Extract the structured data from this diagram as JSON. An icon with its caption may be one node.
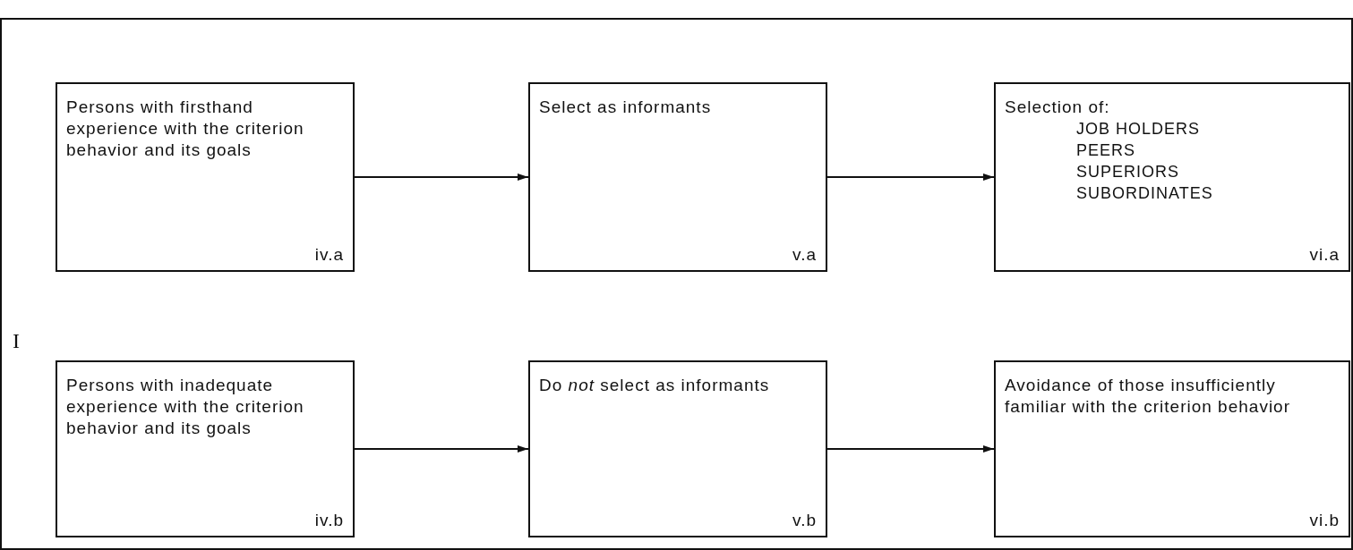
{
  "diagram": {
    "nodes": [
      {
        "text": [
          "Persons with firsthand experience with the criterion behavior and its goals",
          "iv.a"
        ]
      },
      {
        "text": [
          "Select as informants",
          "v.a"
        ]
      },
      {
        "text": [
          "Selection of:",
          "JOB HOLDERS",
          "PEERS",
          "SUPERIORS",
          "SUBORDINATES",
          "vi.a"
        ]
      },
      {
        "text": [
          "Persons with inadequate experience with the criterion behavior and its goals",
          "iv.b"
        ]
      },
      {
        "text": [
          "Do *not* select as informants",
          "v.b"
        ]
      },
      {
        "text": [
          "Avoidance of those insufficiently familiar with the criterion behavior",
          "vi.b"
        ]
      }
    ],
    "edges": [
      {
        "from": 0,
        "to": 1,
        "arrow": "to"
      },
      {
        "from": 1,
        "to": 2,
        "arrow": "to"
      },
      {
        "from": 3,
        "to": 4,
        "arrow": "to"
      },
      {
        "from": 4,
        "to": 5,
        "arrow": "to"
      }
    ],
    "labels": [
      "I"
    ]
  }
}
